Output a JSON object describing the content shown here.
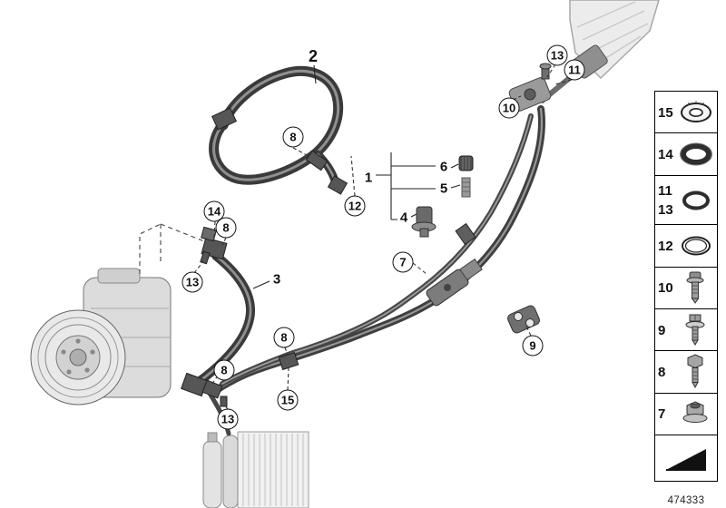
{
  "figure": {
    "part_number": "474333"
  },
  "colors": {
    "hose": "#3a3a3a",
    "outline": "#111111",
    "background": "#ffffff"
  },
  "callouts": [
    {
      "label": "2",
      "type": "plain"
    },
    {
      "label": "1",
      "type": "plain"
    },
    {
      "label": "6",
      "type": "plain"
    },
    {
      "label": "5",
      "type": "plain"
    },
    {
      "label": "4",
      "type": "plain"
    },
    {
      "label": "3",
      "type": "plain"
    },
    {
      "label": "8",
      "type": "circle"
    },
    {
      "label": "14",
      "type": "circle"
    },
    {
      "label": "8",
      "type": "circle"
    },
    {
      "label": "13",
      "type": "circle"
    },
    {
      "label": "12",
      "type": "circle"
    },
    {
      "label": "7",
      "type": "circle"
    },
    {
      "label": "8",
      "type": "circle"
    },
    {
      "label": "8",
      "type": "circle"
    },
    {
      "label": "15",
      "type": "circle"
    },
    {
      "label": "13",
      "type": "circle"
    },
    {
      "label": "9",
      "type": "circle"
    },
    {
      "label": "10",
      "type": "circle"
    },
    {
      "label": "13",
      "type": "circle"
    },
    {
      "label": "11",
      "type": "circle"
    }
  ],
  "legend": {
    "items": [
      {
        "label": "15",
        "icon": "sealing-washer-icon"
      },
      {
        "label": "14",
        "icon": "gasket-ring-icon"
      },
      {
        "label": "11",
        "label2": "13",
        "icon": "o-ring-icon"
      },
      {
        "label": "12",
        "icon": "flat-washer-icon"
      },
      {
        "label": "10",
        "icon": "socket-screw-icon"
      },
      {
        "label": "9",
        "icon": "screw-with-washer-icon"
      },
      {
        "label": "8",
        "icon": "hex-bolt-icon"
      },
      {
        "label": "7",
        "icon": "flange-nut-icon"
      },
      {
        "label": "",
        "icon": "direction-arrow-icon"
      }
    ]
  }
}
